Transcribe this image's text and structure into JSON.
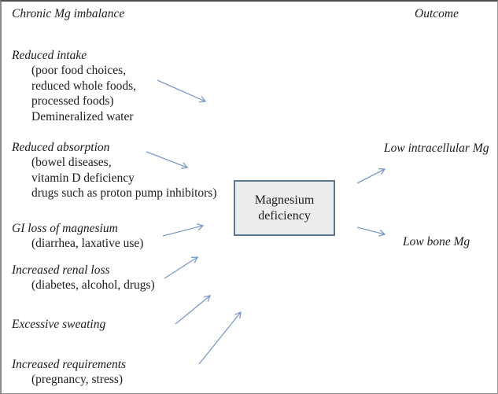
{
  "figure": {
    "left_header": "Chronic Mg imbalance",
    "right_header": "Outcome"
  },
  "causes": [
    {
      "title": "Reduced intake",
      "lines": [
        "(poor food choices,",
        "reduced whole foods,",
        "processed foods)",
        "Demineralized water"
      ]
    },
    {
      "title": "Reduced absorption",
      "lines": [
        "(bowel diseases,",
        "vitamin D deficiency",
        "drugs such as proton pump inhibitors)"
      ]
    },
    {
      "title": "GI loss of magnesium",
      "lines": [
        "(diarrhea, laxative use)"
      ]
    },
    {
      "title": "Increased renal loss",
      "lines": [
        "(diabetes, alcohol, drugs)"
      ]
    },
    {
      "title": "Excessive sweating",
      "lines": []
    },
    {
      "title": "Increased requirements",
      "lines": [
        "(pregnancy, stress)"
      ]
    }
  ],
  "center_box": {
    "line1": "Magnesium",
    "line2": "deficiency"
  },
  "outcomes": [
    "Low intracellular Mg",
    "Low bone Mg"
  ],
  "colors": {
    "arrow": "#7a99c5",
    "box_border": "#5d7794",
    "box_fill": "#ededed",
    "text": "#1c1c1c"
  }
}
